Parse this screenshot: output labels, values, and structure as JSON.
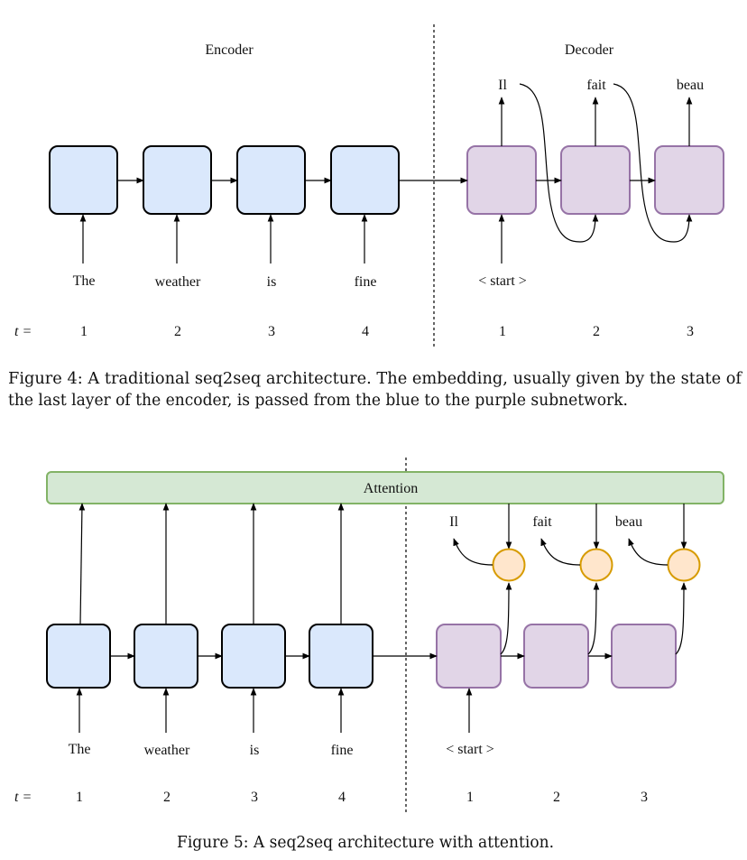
{
  "figure4": {
    "encoder_title": "Encoder",
    "decoder_title": "Decoder",
    "inputs": [
      "The",
      "weather",
      "is",
      "fine"
    ],
    "decoder_input": "< start >",
    "outputs": [
      "Il",
      "fait",
      "beau"
    ],
    "t_label": "t =",
    "enc_steps": [
      "1",
      "2",
      "3",
      "4"
    ],
    "dec_steps": [
      "1",
      "2",
      "3"
    ],
    "caption_line1": "Figure 4: A traditional seq2seq architecture. The embedding, usually given by the state of",
    "caption_line2": "the last layer of the encoder, is passed from the blue to the purple subnetwork."
  },
  "figure5": {
    "attention_label": "Attention",
    "inputs": [
      "The",
      "weather",
      "is",
      "fine"
    ],
    "decoder_input": "< start >",
    "outputs": [
      "Il",
      "fait",
      "beau"
    ],
    "t_label": "t =",
    "enc_steps": [
      "1",
      "2",
      "3",
      "4"
    ],
    "dec_steps": [
      "1",
      "2",
      "3"
    ],
    "caption": "Figure 5: A seq2seq architecture with attention."
  },
  "colors": {
    "encoder_fill": "#dae8fc",
    "decoder_fill": "#e1d5e7",
    "decoder_stroke": "#9673a6",
    "attention_fill": "#d5e8d4",
    "attention_stroke": "#82b366",
    "attention_node_fill": "#ffe6cc",
    "attention_node_stroke": "#d79b00"
  }
}
